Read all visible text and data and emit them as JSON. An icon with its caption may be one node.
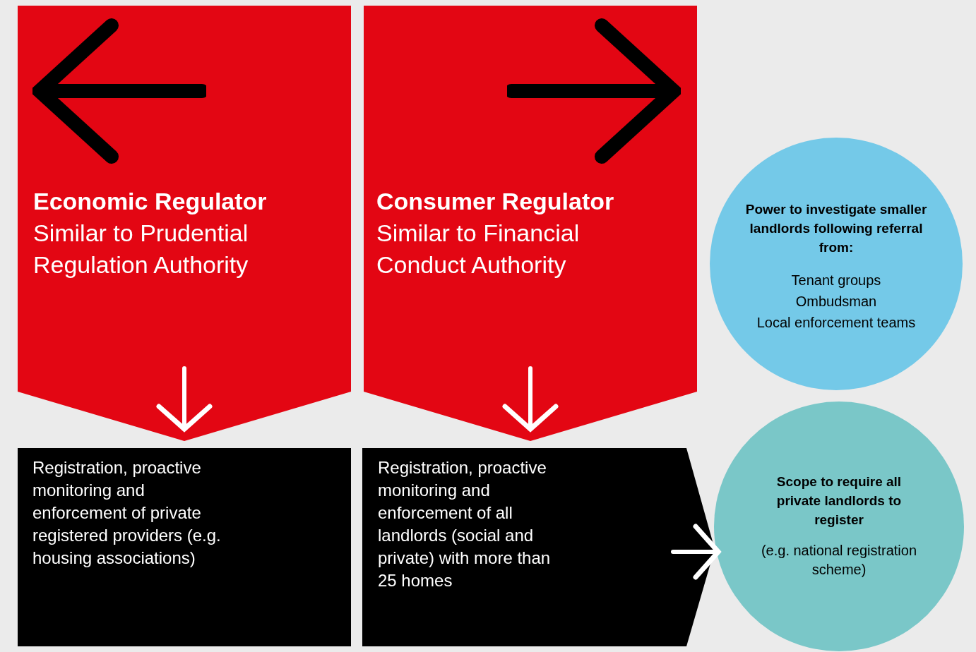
{
  "diagram": {
    "nodes": [
      {
        "text": [
          "Economic Regulator",
          "Similar to Prudential Regulation Authority"
        ]
      },
      {
        "text": [
          "Consumer Regulator",
          "Similar to Financial Conduct Authority"
        ]
      },
      {
        "text": [
          "Registration, proactive monitoring and enforcement of private registered providers (e.g. housing associations)"
        ]
      },
      {
        "text": [
          "Registration, proactive monitoring and enforcement of all landlords (social and private) with more than 25 homes"
        ]
      },
      {
        "text": [
          "Power to investigate smaller landlords following referral from:",
          "Tenant groups",
          "Ombudsman",
          "Local enforcement teams"
        ]
      },
      {
        "text": [
          "Scope to require all private landlords to register",
          "(e.g. national registration scheme)"
        ]
      }
    ],
    "edges": [
      {
        "from": 0,
        "to": 2,
        "arrow": "to",
        "color": "#ffffff"
      },
      {
        "from": 1,
        "to": 3,
        "arrow": "to",
        "color": "#ffffff"
      },
      {
        "from": 3,
        "to": 5,
        "arrow": "to",
        "color": "#ffffff"
      }
    ]
  }
}
